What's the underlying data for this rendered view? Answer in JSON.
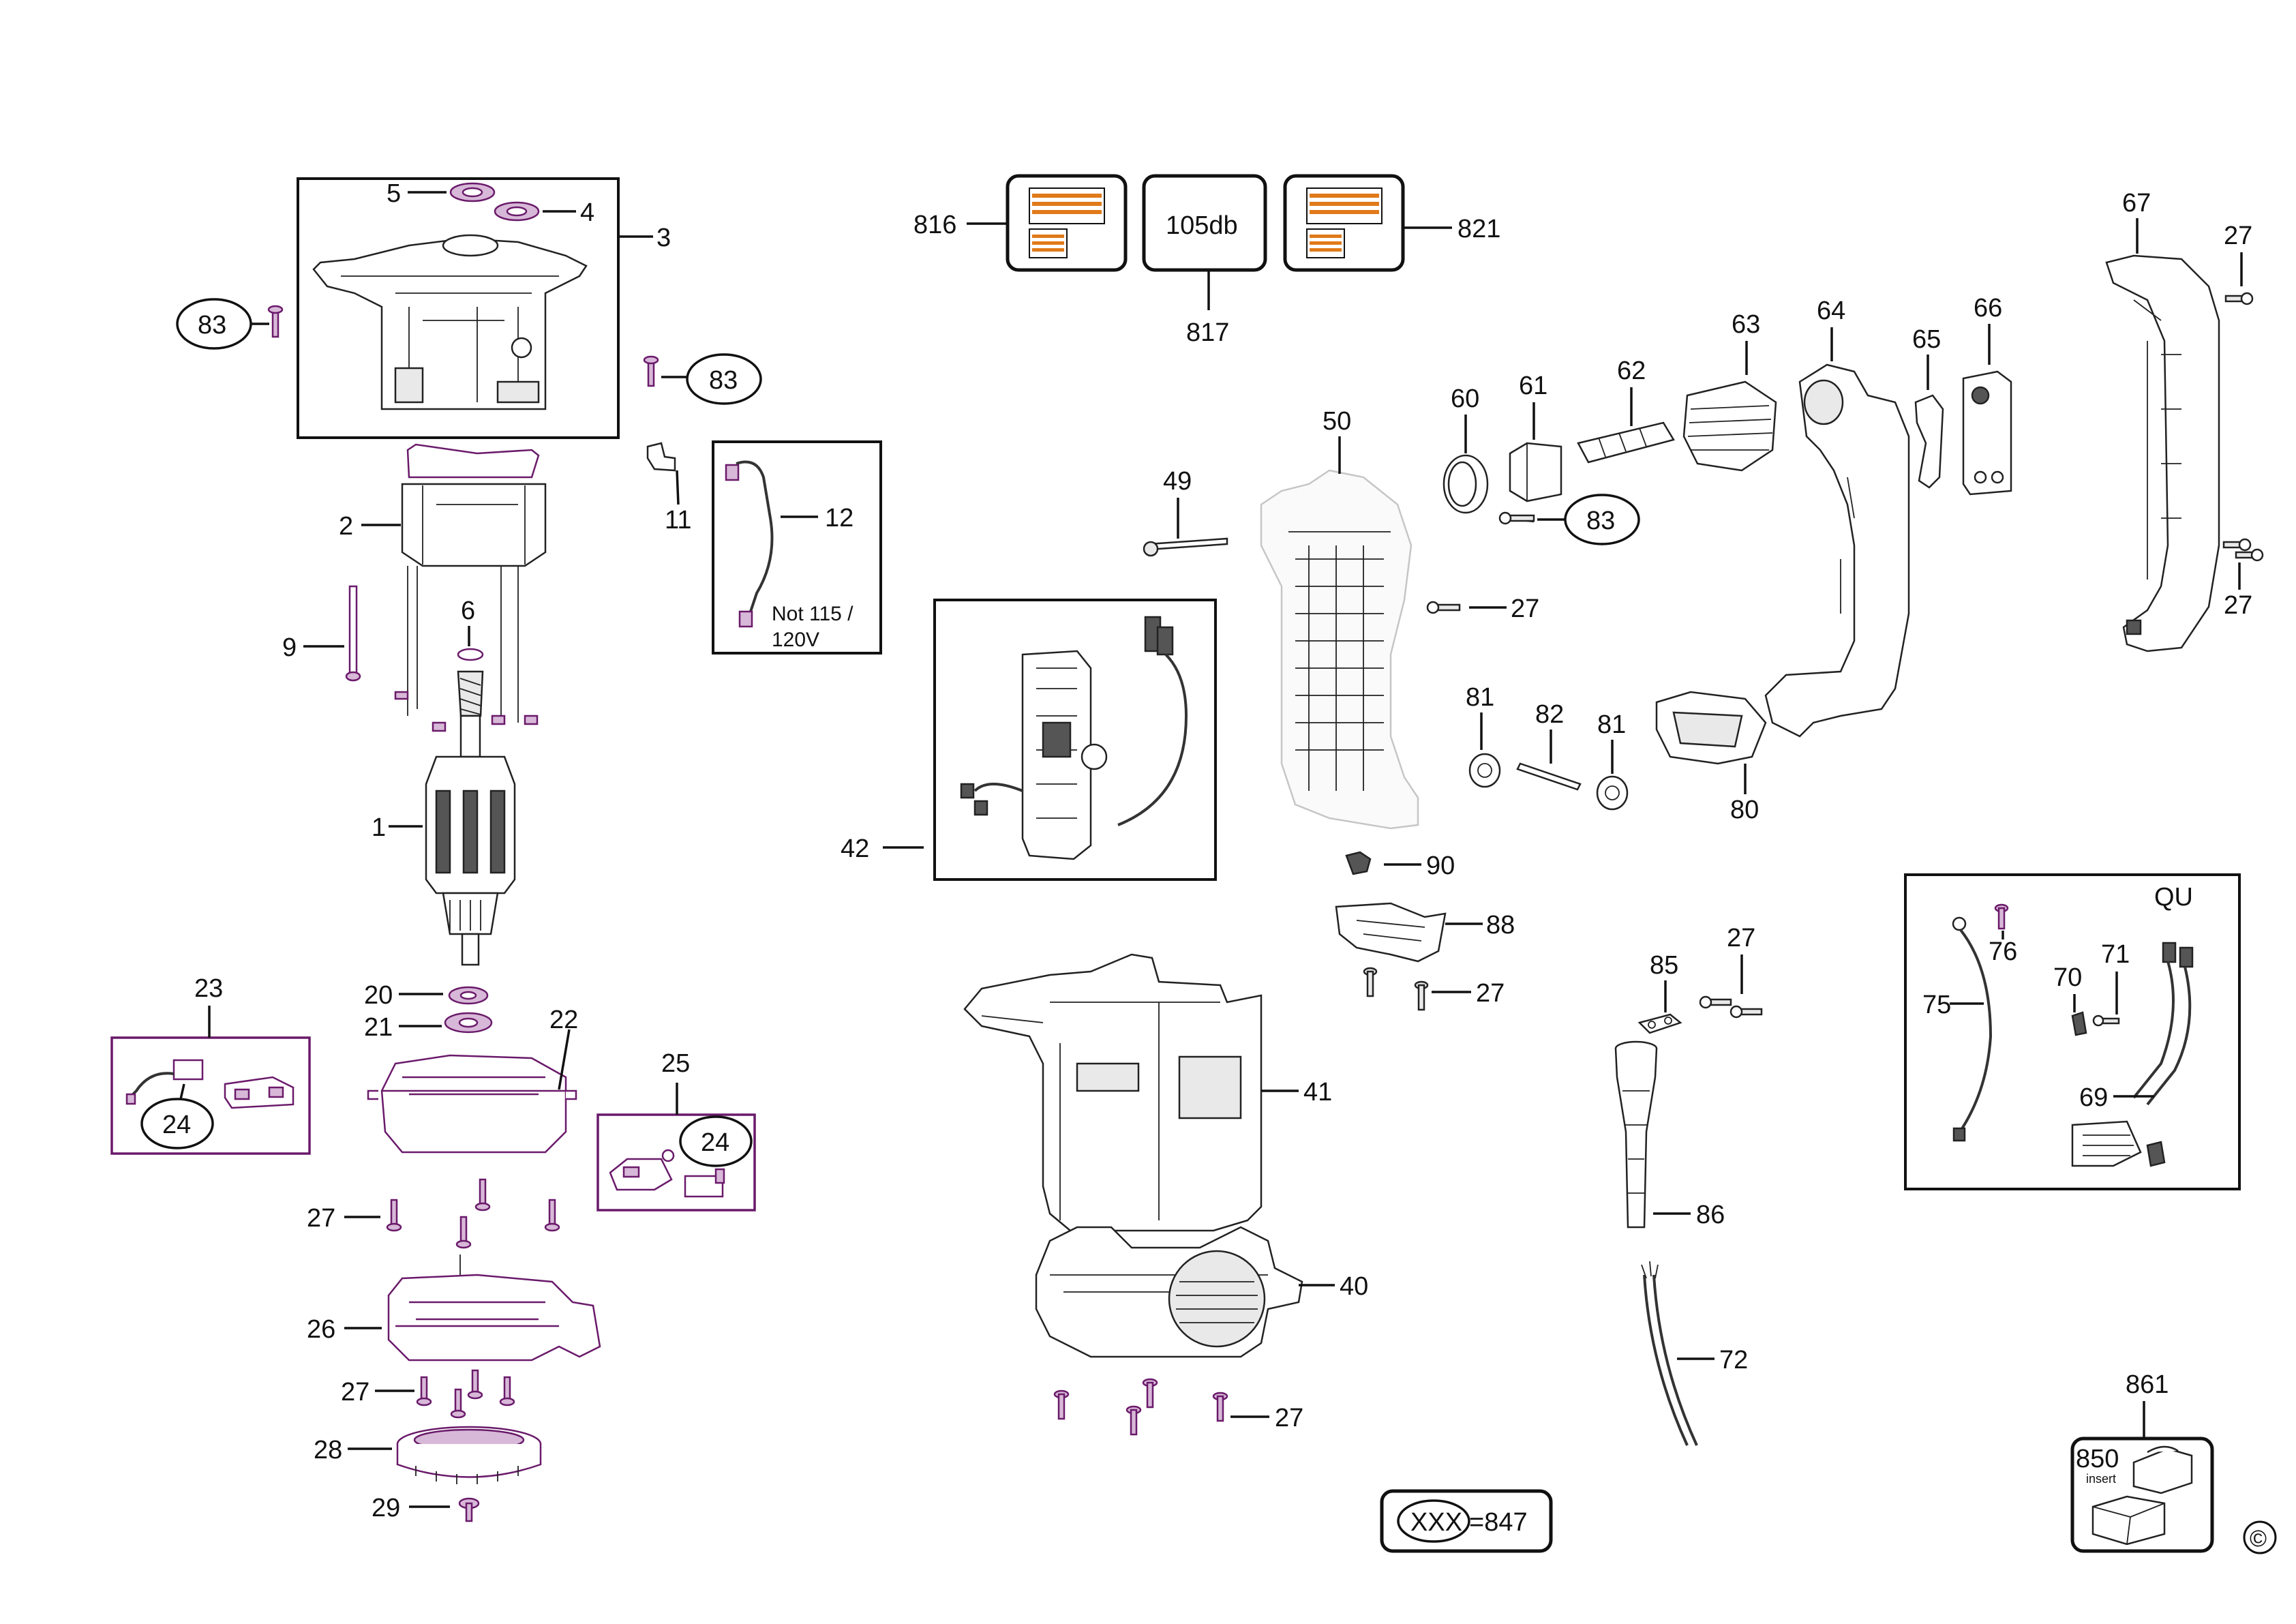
{
  "labels": {
    "p1": "1",
    "p2": "2",
    "p3": "3",
    "p4": "4",
    "p5": "5",
    "p6": "6",
    "p9": "9",
    "p11": "11",
    "p12": "12",
    "p12_note1": "Not 115 /",
    "p12_note2": "120V",
    "p20": "20",
    "p21": "21",
    "p22": "22",
    "p23": "23",
    "p24a": "24",
    "p24b": "24",
    "p25": "25",
    "p26": "26",
    "p27a": "27",
    "p27b": "27",
    "p28": "28",
    "p29": "29",
    "p40": "40",
    "p41": "41",
    "p42": "42",
    "p27c": "27",
    "p49": "49",
    "p50": "50",
    "p60": "60",
    "p61": "61",
    "p62": "62",
    "p63": "63",
    "p64": "64",
    "p65": "65",
    "p66": "66",
    "p67": "67",
    "p27d": "27",
    "p27e": "27",
    "p27f": "27",
    "p27g": "27",
    "p27h": "27",
    "p83a": "83",
    "p83b": "83",
    "p83c": "83",
    "p81a": "81",
    "p81b": "81",
    "p82": "82",
    "p80": "80",
    "p90": "90",
    "p88": "88",
    "p85": "85",
    "p86": "86",
    "p72": "72",
    "p816": "816",
    "p817": "817",
    "p821": "821",
    "label_817_text": "105db",
    "qu_title": "QU",
    "p69": "69",
    "p70": "70",
    "p71": "71",
    "p75": "75",
    "p76": "76",
    "p861": "861",
    "p850": "850",
    "insert": "insert",
    "legend_xxx": "XXX",
    "legend_eq": "=847",
    "copyright": "©"
  },
  "colors": {
    "ink": "#111111",
    "label_orange": "#e07a1a",
    "purple_parts": "#6a1a6a",
    "ghost_housing": "#c6c6c6"
  }
}
